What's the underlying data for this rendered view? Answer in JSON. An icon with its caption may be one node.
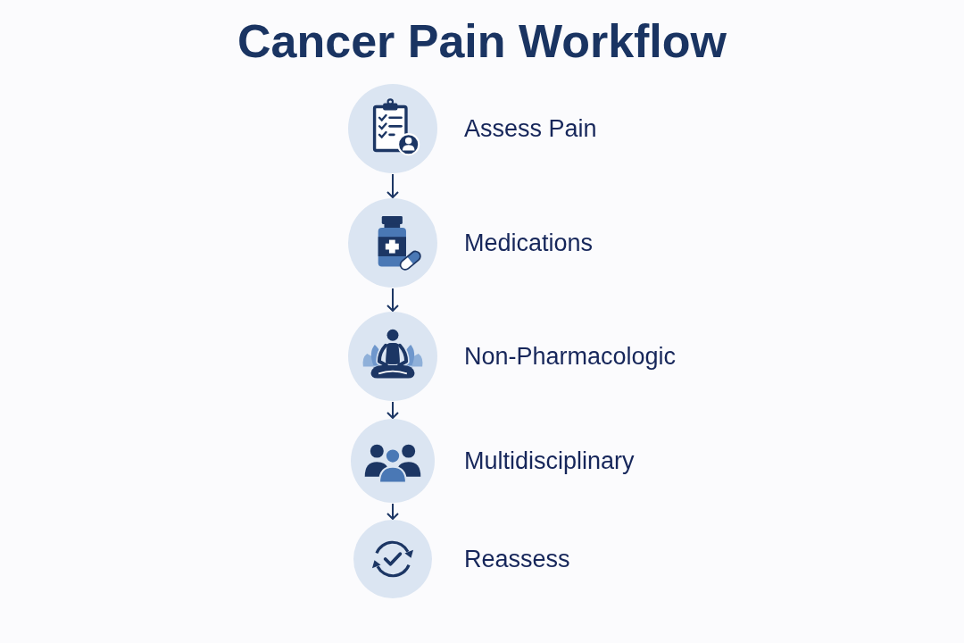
{
  "diagram": {
    "title": "Cancer Pain Workflow",
    "nodes": [
      {
        "text": [
          "Assess Pain"
        ]
      },
      {
        "text": [
          "Medications"
        ]
      },
      {
        "text": [
          "Non-Pharmacologic"
        ]
      },
      {
        "text": [
          "Multidisciplinary"
        ]
      },
      {
        "text": [
          "Reassess"
        ]
      }
    ],
    "edges": [
      {
        "from": 0,
        "to": 1,
        "arrow": "to"
      },
      {
        "from": 1,
        "to": 2,
        "arrow": "to"
      },
      {
        "from": 2,
        "to": 3,
        "arrow": "to"
      },
      {
        "from": 3,
        "to": 4,
        "arrow": "to"
      }
    ]
  }
}
